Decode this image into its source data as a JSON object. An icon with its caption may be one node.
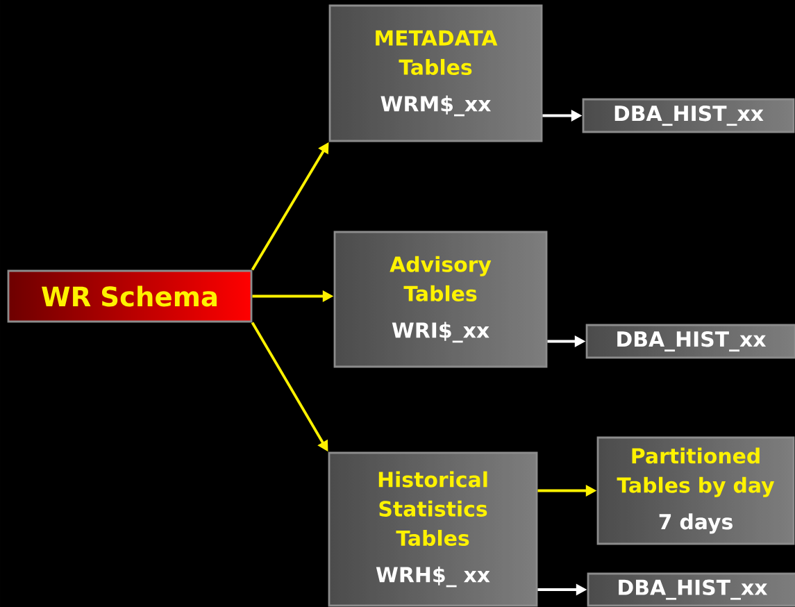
{
  "diagram": {
    "nodes": [
      {
        "text": [
          "WR Schema"
        ]
      },
      {
        "text": [
          "METADATA Tables",
          "WRM$_xx"
        ]
      },
      {
        "text": [
          "DBA_HIST_xx"
        ]
      },
      {
        "text": [
          "Advisory Tables",
          "WRI$_xx"
        ]
      },
      {
        "text": [
          "DBA_HIST_xx"
        ]
      },
      {
        "text": [
          "Historical Statistics Tables",
          "WRH$_ xx"
        ]
      },
      {
        "text": [
          "Partitioned Tables by day",
          "7 days"
        ]
      },
      {
        "text": [
          "DBA_HIST_xx"
        ]
      }
    ],
    "edges": [
      {
        "from": 0,
        "to": 1,
        "arrow": "to"
      },
      {
        "from": 0,
        "to": 3,
        "arrow": "to"
      },
      {
        "from": 0,
        "to": 5,
        "arrow": "to"
      },
      {
        "from": 1,
        "to": 2,
        "arrow": "to",
        "color": "#ffffff"
      },
      {
        "from": 3,
        "to": 4,
        "arrow": "to",
        "color": "#ffffff"
      },
      {
        "from": 5,
        "to": 6,
        "arrow": "to"
      },
      {
        "from": 5,
        "to": 7,
        "arrow": "to",
        "color": "#ffffff"
      }
    ]
  }
}
